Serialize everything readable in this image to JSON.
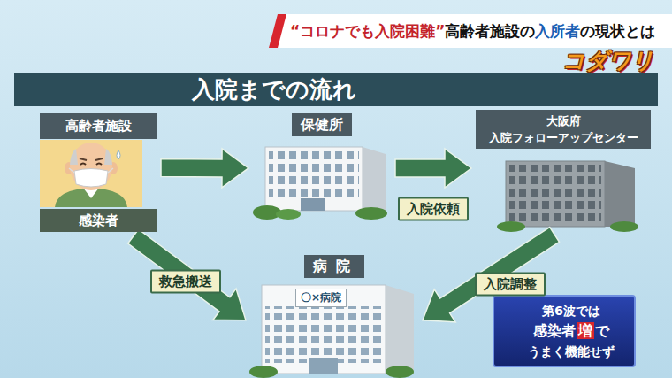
{
  "diagram": {
    "title": "入院までの流れ",
    "nodes": [
      {
        "text": [
          "高齢者施設",
          "感染者"
        ]
      },
      {
        "text": [
          "保健所"
        ]
      },
      {
        "text": [
          "大阪府 入院フォローアップセンター"
        ]
      },
      {
        "text": [
          "病院",
          "〇×病院"
        ]
      },
      {
        "text": [
          "第6波では",
          "感染者",
          "増",
          "で",
          "うまく機能せず"
        ]
      }
    ],
    "edges": [
      {
        "from": 0,
        "to": 1,
        "arrow": "to"
      },
      {
        "from": 1,
        "to": 2,
        "label": "入院依頼",
        "arrow": "to"
      },
      {
        "from": 0,
        "to": 3,
        "label": "救急搬送",
        "arrow": "to"
      },
      {
        "from": 2,
        "to": 3,
        "label": "入院調整",
        "arrow": "to"
      }
    ],
    "labels": [
      "“コロナでも入院困難”",
      "高齢者施設の",
      "入所者",
      "の現状とは",
      "コダワリ"
    ]
  }
}
